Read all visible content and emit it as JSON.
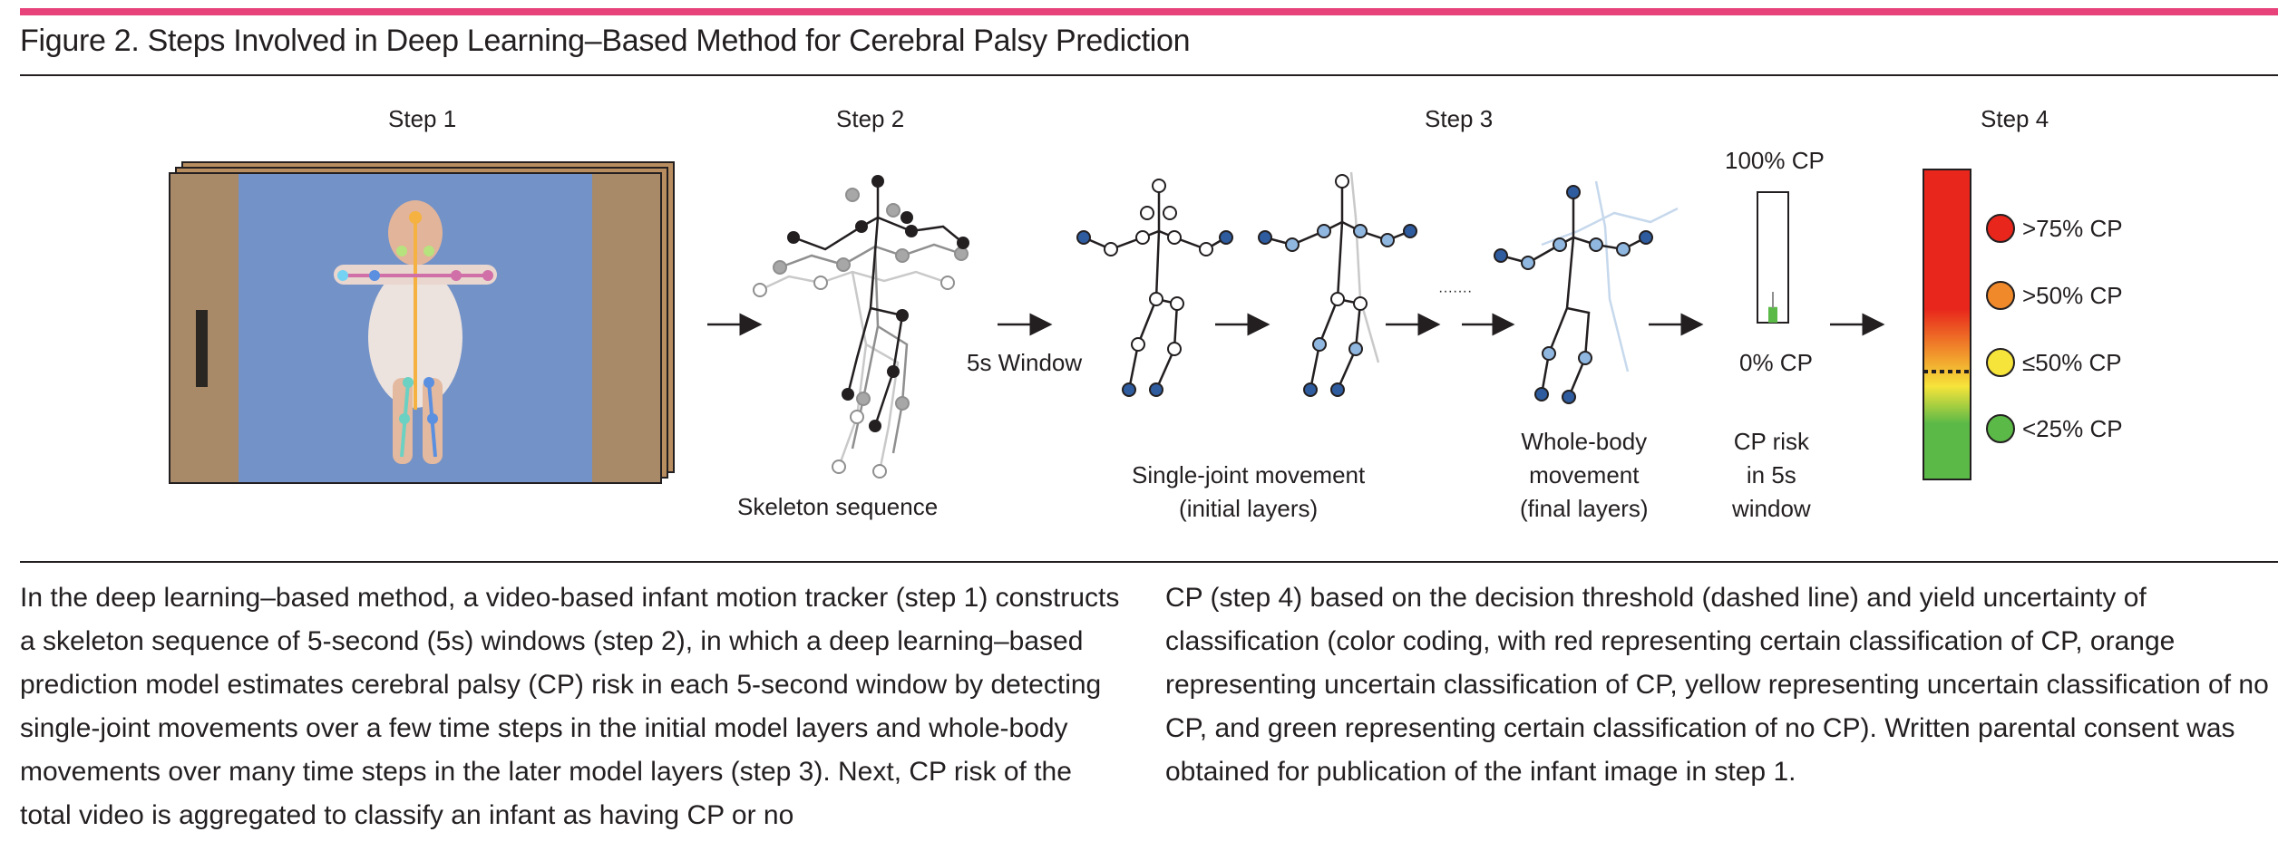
{
  "figure": {
    "title": "Figure 2. Steps Involved in Deep Learning–Based Method for Cerebral Palsy Prediction"
  },
  "steps": {
    "step1": "Step 1",
    "step2": "Step 2",
    "step3": "Step 3",
    "step4": "Step 4"
  },
  "labels": {
    "skeleton_sequence": "Skeleton sequence",
    "window": "5s Window",
    "single_joint_l1": "Single-joint movement",
    "single_joint_l2": "(initial layers)",
    "whole_body_l1": "Whole-body",
    "whole_body_l2": "movement",
    "whole_body_l3": "(final layers)",
    "cp_risk_l1": "CP risk",
    "cp_risk_l2": "in 5s",
    "cp_risk_l3": "window",
    "gauge_top": "100% CP",
    "gauge_bottom": "0% CP",
    "ellipsis": "·······"
  },
  "gauge": {
    "fill_fraction": 0.12
  },
  "legend": [
    {
      "label": ">75% CP",
      "color": "#e8261c"
    },
    {
      "label": ">50% CP",
      "color": "#f0892a"
    },
    {
      "label": "≤50% CP",
      "color": "#f6e43a"
    },
    {
      "label": "<25% CP",
      "color": "#5bb947"
    }
  ],
  "risk_bar": {
    "colors": [
      "#e8261c",
      "#f0892a",
      "#f6e43a",
      "#5bb947"
    ]
  },
  "caption": {
    "col1": "In the deep learning–based method, a video-based infant motion tracker (step 1) constructs a skeleton sequence of 5-second (5s) windows (step 2), in which a deep learning–based prediction model estimates cerebral palsy (CP) risk in each 5-second window by detecting single-joint movements over a few time steps in the initial model layers and whole-body movements over many time steps in the later model layers (step 3). Next, CP risk of the total video is aggregated to classify an infant as having CP or no",
    "col2": "CP (step 4) based on the decision threshold (dashed line) and yield uncertainty of classification (color coding, with red representing certain classification of CP, orange representing uncertain classification of CP, yellow representing uncertain classification of no CP, and green representing certain classification of no CP). Written parental consent was obtained for publication of the infant image in step 1."
  }
}
